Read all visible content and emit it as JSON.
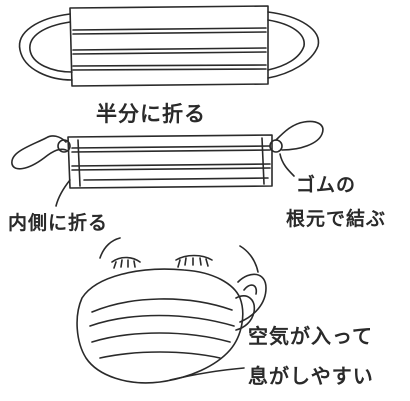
{
  "labels": {
    "fold_half": "半分に折る",
    "rubber": "ゴムの",
    "tie_root": "根元で結ぶ",
    "fold_inside": "内側に折る",
    "air_in": "空気が入って",
    "easy_breath": "息がしやすい"
  },
  "colors": {
    "ink": "#2a2a2a",
    "paper": "#ffffff"
  }
}
